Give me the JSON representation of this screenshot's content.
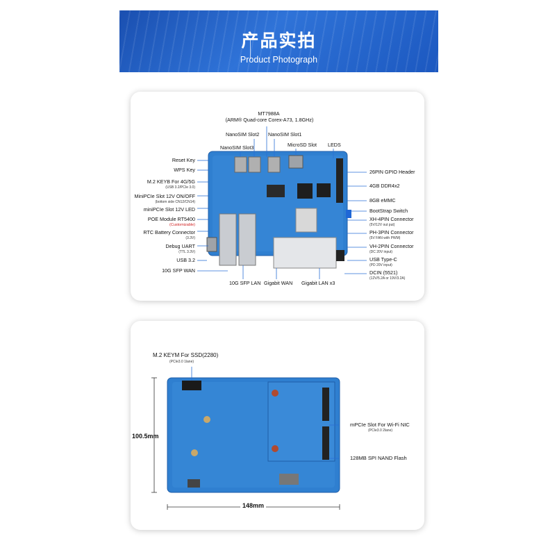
{
  "banner": {
    "title_cn": "产品实拍",
    "title_en": "Product Photograph"
  },
  "top_view": {
    "soc_title": "MT7988A",
    "soc_desc": "(ARM® Quad-core Corex-A73, 1.8GHz)",
    "nanosim2": "NanoSIM Slot2",
    "nanosim1": "NanoSIM Slot1",
    "nanosim3": "NanoSIM Slot3",
    "microsd": "MicroSD Slot",
    "leds": "LEDS",
    "reset_key": "Reset Key",
    "wps_key": "WPS Key",
    "m2_keyb": "M.2 KEYB For 4G/5G",
    "m2_keyb_sub": "(USB 3.2/PCIe 3.0)",
    "minipcie_onoff": "MiniPCIe Slot 12V ON/OFF",
    "minipcie_onoff_sub": "(bottom side CN12/CN14)",
    "minipcie_led": "miniPCIe Slot 12V LED",
    "poe": "POE Module RT5400",
    "poe_sub": "(Customizable)",
    "rtc": "RTC Battery Connector",
    "rtc_sub": "(3.3V)",
    "debug_uart": "Debug UART",
    "debug_uart_sub": "(TTL 3.3V)",
    "usb32": "USB 3.2",
    "sfp_wan": "10G SFP WAN",
    "sfp_lan": "10G SFP LAN",
    "gigabit_wan": "Gigabit WAN",
    "gigabit_lan": "Gigabit LAN x3",
    "gpio_header": "26PIN GPIO Header",
    "ddr": "4GB DDR4x2",
    "emmc": "8GB eMMC",
    "bootstrap": "BootStrap Switch",
    "xh4pin": "XH-4PIN Connector",
    "xh4pin_sub": "(5V/12V out put)",
    "ph3pin": "PH-3PIN Connector",
    "ph3pin_sub": "(5V FAN with PWM)",
    "vh2pin": "VH-2PIN Connector",
    "vh2pin_sub": "(DC 20V input)",
    "usbc": "USB Type-C",
    "usbc_sub": "(PD 20V input)",
    "dcin": "DCIN (5521)",
    "dcin_sub": "(12V/5.2A or 19V/3.2A)"
  },
  "bottom_view": {
    "m2_keym": "M.2 KEYM For SSD(2280)",
    "m2_keym_sub": "(PCIe3.0 1lane)",
    "height_dim": "100.5mm",
    "width_dim": "148mm",
    "mpcie": "mPCIe Slot For Wi-Fi NIC",
    "mpcie_sub": "(PCIe3.0 2lane)",
    "spi_nand": "128MB SPI NAND Flash"
  },
  "colors": {
    "banner": "#2060c8",
    "pcb": "#2f7fd0",
    "leader": "#2a6fd6"
  }
}
